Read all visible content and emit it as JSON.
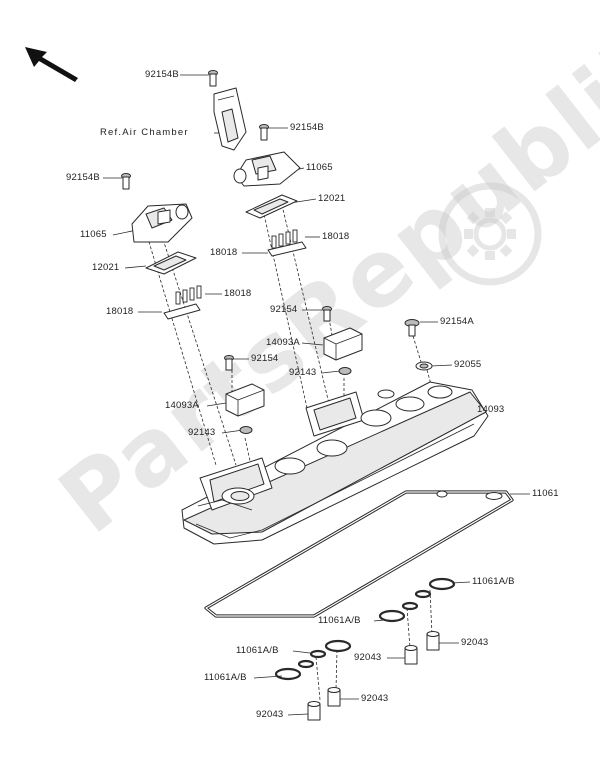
{
  "watermark": {
    "text": "PartsRepublik"
  },
  "labels": {
    "l01": "92154B",
    "l02": "Ref.Air Chamber",
    "l03": "92154B",
    "l04": "11065",
    "l05": "92154B",
    "l06": "12021",
    "l07": "11065",
    "l08": "18018",
    "l09": "18018",
    "l10": "12021",
    "l11": "18018",
    "l12": "18018",
    "l13": "92154",
    "l14": "92154A",
    "l15": "14093A",
    "l16": "92143",
    "l17": "92055",
    "l18": "92154",
    "l19": "14093",
    "l20": "14093A",
    "l21": "92143",
    "l22": "11061",
    "l23": "11061A/B",
    "l24": "11061A/B",
    "l25": "92043",
    "l26": "92043",
    "l27": "11061A/B",
    "l28": "11061A/B",
    "l29": "92043",
    "l30": "92043"
  }
}
